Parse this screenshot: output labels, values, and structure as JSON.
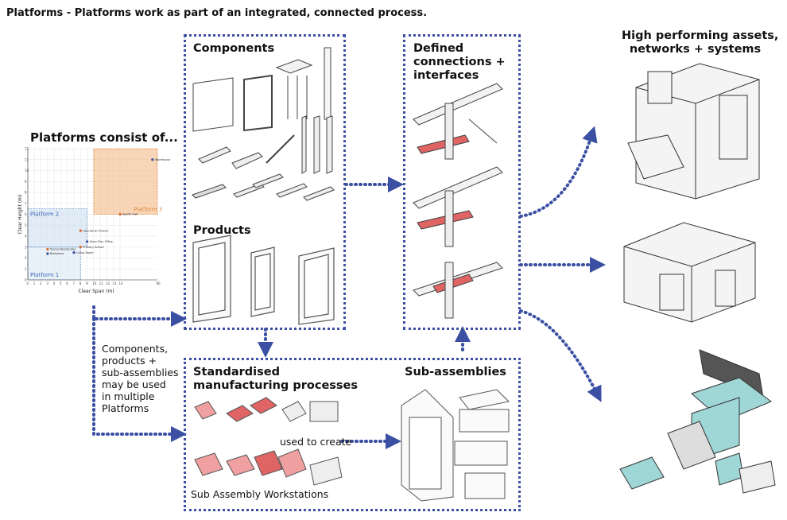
{
  "title": "Platforms - Platforms work as part of an integrated, connected process.",
  "platforms_heading": "Platforms consist of...",
  "components_heading": "Components",
  "products_heading": "Products",
  "connections_heading": "Defined\nconnections +\ninterfaces",
  "assets_heading": "High performing assets,\nnetworks + systems",
  "standardised_heading": "Standardised\nmanufacturing processes",
  "subassemblies_heading": "Sub-assemblies",
  "used_to_create": "used to create",
  "workstations_label": "Sub Assembly Workstations",
  "side_note": "Components,\nproducts +\nsub-assemblies\nmay be used\nin multiple\nPlatforms",
  "colors": {
    "dotted": "#3b4fa3",
    "accent_red": "#e06464",
    "orange": "#f3b27a",
    "blue_zone": "#cfe0f2",
    "teal": "#9fd6d6"
  },
  "chart_data": {
    "type": "scatter",
    "xlabel": "Clear Span (m)",
    "ylabel": "Clear Height (m)",
    "xlim": [
      0,
      90
    ],
    "ylim": [
      0,
      12
    ],
    "x_ticks": [
      "0",
      "1",
      "2",
      "3",
      "4",
      "5",
      "6",
      "7",
      "8",
      "9",
      "10",
      "11",
      "12",
      "13",
      "14",
      "",
      "90"
    ],
    "y_ticks": [
      "0",
      "1",
      "2",
      "3",
      "4",
      "5",
      "6",
      "7",
      "8",
      "9",
      "10",
      "11",
      "12"
    ],
    "regions": [
      {
        "name": "Platform 1",
        "x": [
          0,
          8
        ],
        "y": [
          0,
          3
        ]
      },
      {
        "name": "Platform 2",
        "x": [
          0,
          9
        ],
        "y": [
          3,
          6.5
        ]
      },
      {
        "name": "Platform 3",
        "x": [
          10,
          90
        ],
        "y": [
          6,
          12
        ]
      }
    ],
    "points": [
      {
        "label": "Warehouse",
        "x": 80,
        "y": 11
      },
      {
        "label": "Sports Hall",
        "x": 14,
        "y": 6
      },
      {
        "label": "Operating Theatre",
        "x": 8,
        "y": 4.5
      },
      {
        "label": "Open Plan Office",
        "x": 9,
        "y": 3.5
      },
      {
        "label": "Primary School",
        "x": 8,
        "y": 3
      },
      {
        "label": "Typical Residential",
        "x": 3,
        "y": 2.8
      },
      {
        "label": "Bedrooms",
        "x": 3,
        "y": 2.4
      },
      {
        "label": "Living Room",
        "x": 7,
        "y": 2.5
      }
    ]
  }
}
